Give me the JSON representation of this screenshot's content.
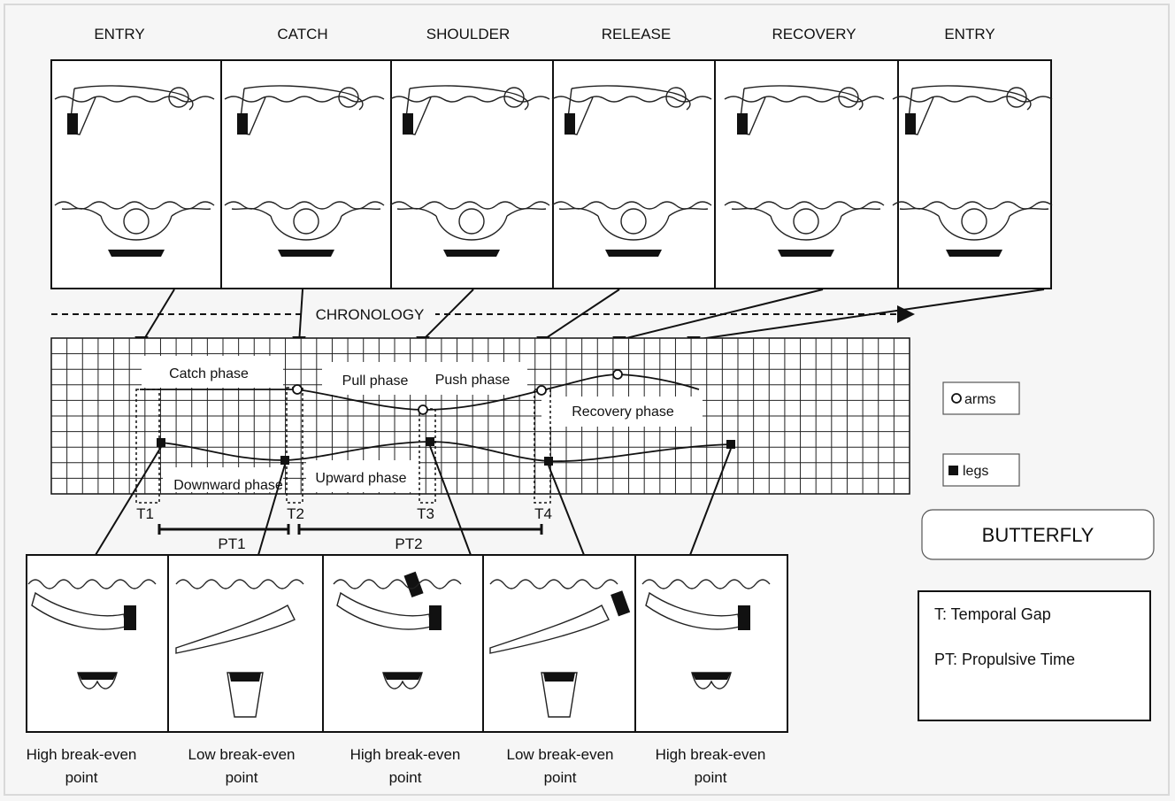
{
  "top_phases": [
    "ENTRY",
    "CATCH",
    "SHOULDER",
    "RELEASE",
    "RECOVERY",
    "ENTRY"
  ],
  "chronology_label": "CHRONOLOGY",
  "arm_phases": {
    "catch": "Catch phase",
    "pull": "Pull phase",
    "push": "Push phase",
    "recovery": "Recovery phase"
  },
  "leg_phases": {
    "downward": "Downward phase",
    "upward": "Upward phase"
  },
  "time_markers": [
    "T1",
    "T2",
    "T3",
    "T4"
  ],
  "propulsive_times": [
    "PT1",
    "PT2"
  ],
  "legend": {
    "arms": "arms",
    "legs": "legs"
  },
  "stroke_name": "BUTTERFLY",
  "definitions": {
    "t": "T: Temporal Gap",
    "pt": "PT: Propulsive Time"
  },
  "bottom_captions": [
    {
      "line1": "High break-even",
      "line2": "point"
    },
    {
      "line1": "Low break-even",
      "line2": "point"
    },
    {
      "line1": "High break-even",
      "line2": "point"
    },
    {
      "line1": "Low break-even",
      "line2": "point"
    },
    {
      "line1": "High break-even",
      "line2": "point"
    }
  ]
}
